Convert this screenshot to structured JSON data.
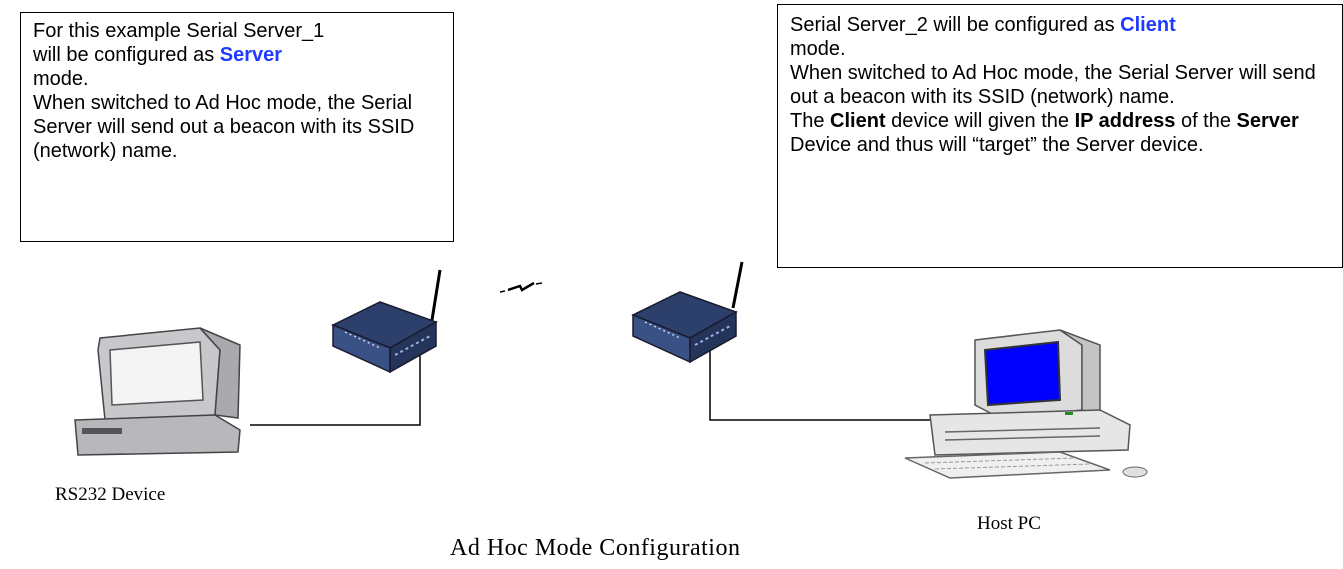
{
  "callout_left": {
    "line1": "For this example Serial Server_1",
    "line2_pre": "will be configured as ",
    "line2_bold": "Server",
    "line3": "mode.",
    "para2": "When switched to Ad Hoc mode, the Serial Server will send out a beacon with its SSID (network) name."
  },
  "callout_right": {
    "line1_pre": "Serial Server_2 will be configured as ",
    "line1_bold": "Client",
    "line2": "mode.",
    "para2": "When switched to Ad Hoc mode, the Serial Server will send out a beacon with its SSID (network) name.",
    "p3_a": "The ",
    "p3_client": "Client",
    "p3_b": " device will given the ",
    "p3_ip": "IP address",
    "p3_c": " of the ",
    "p3_server": "Server",
    "p3_d": " Device and thus will “target” the Server device."
  },
  "labels": {
    "rs232_device": "RS232 Device",
    "host_pc": "Host PC",
    "diagram_title": "Ad Hoc Mode Configuration"
  },
  "colors": {
    "bold_blue": "#1f3bff",
    "screen_blue": "#0000ff"
  }
}
